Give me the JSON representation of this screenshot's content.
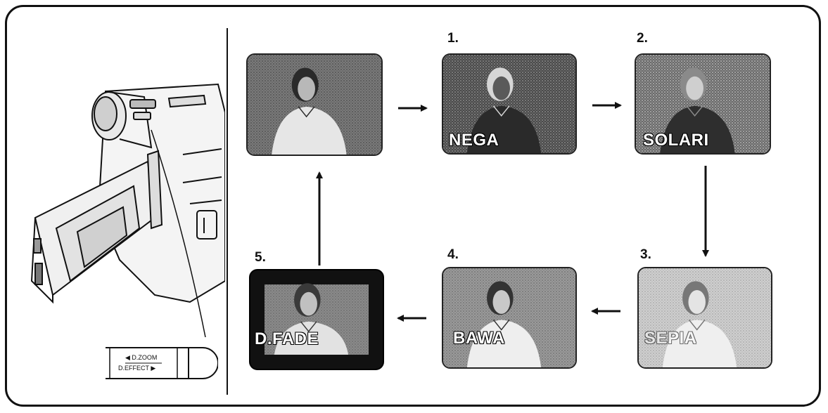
{
  "steps": [
    {
      "number": "",
      "label": ""
    },
    {
      "number": "1.",
      "label": "NEGA"
    },
    {
      "number": "2.",
      "label": "SOLARI"
    },
    {
      "number": "3.",
      "label": "SEPIA"
    },
    {
      "number": "4.",
      "label": "BAWA"
    },
    {
      "number": "5.",
      "label": "D.FADE"
    }
  ],
  "switch": {
    "top_label": "◀ D.ZOOM",
    "bottom_label": "D.EFFECT ▶"
  },
  "colors": {
    "ink": "#111111",
    "photo_dark": "#3a3a3a",
    "photo_light": "#d8d8d8"
  }
}
